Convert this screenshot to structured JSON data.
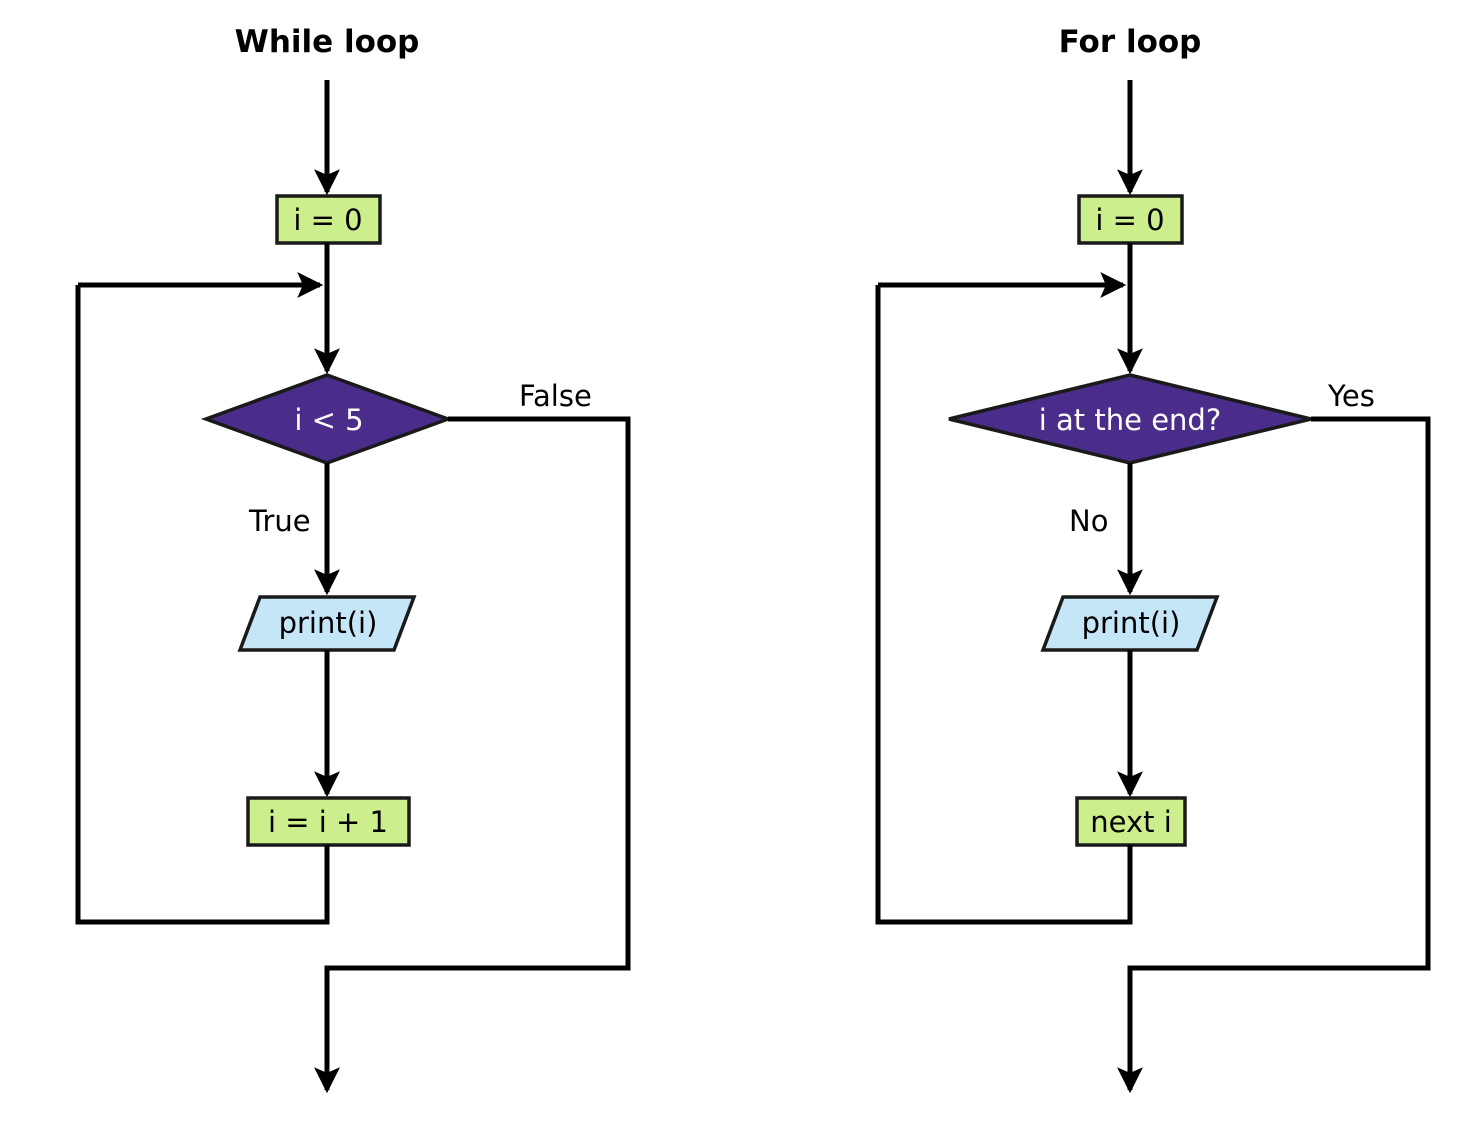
{
  "diagram": {
    "type": "flowchart",
    "background": "#ffffff",
    "palette": {
      "process_fill": "#cdee8d",
      "decision_fill": "#4a2c8a",
      "io_fill": "#c4e6f7",
      "stroke": "#1a1a1a",
      "line": "#000000",
      "decision_text": "#ffffff",
      "text": "#000000"
    },
    "charts": [
      {
        "id": "while-loop",
        "title": "While loop",
        "nodes": {
          "init": {
            "label": "i = 0",
            "shape": "process"
          },
          "decision": {
            "label": "i < 5",
            "shape": "decision"
          },
          "output": {
            "label": "print(i)",
            "shape": "io"
          },
          "increment": {
            "label": "i = i + 1",
            "shape": "process"
          }
        },
        "edge_labels": {
          "decision_false": "False",
          "decision_true": "True"
        }
      },
      {
        "id": "for-loop",
        "title": "For loop",
        "nodes": {
          "init": {
            "label": "i = 0",
            "shape": "process"
          },
          "decision": {
            "label": "i at the end?",
            "shape": "decision"
          },
          "output": {
            "label": "print(i)",
            "shape": "io"
          },
          "increment": {
            "label": "next i",
            "shape": "process"
          }
        },
        "edge_labels": {
          "decision_false": "Yes",
          "decision_true": "No"
        }
      }
    ]
  }
}
